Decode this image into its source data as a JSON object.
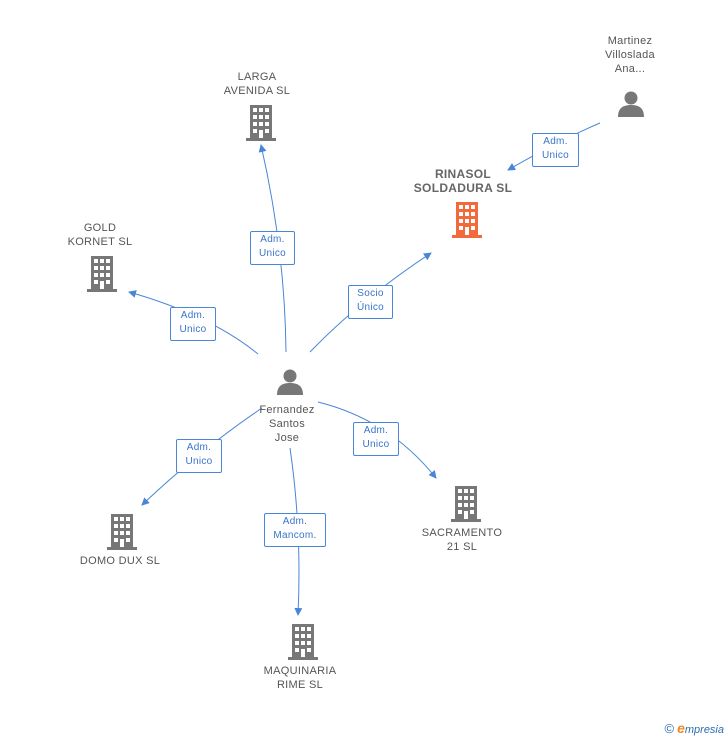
{
  "colors": {
    "edge": "#4a86d8",
    "node": "#777777",
    "focus_node": "#f26a3b"
  },
  "nodes": {
    "fernandez": {
      "label": "Fernandez\nSantos\nJose",
      "kind": "person"
    },
    "martinez": {
      "label": "Martinez\nVilloslada\nAna...",
      "kind": "person"
    },
    "rinasol": {
      "label": "RINASOL\nSOLDADURA SL",
      "kind": "company-focus"
    },
    "larga": {
      "label": "LARGA\nAVENIDA SL",
      "kind": "company"
    },
    "gold": {
      "label": "GOLD\nKORNET SL",
      "kind": "company"
    },
    "domo": {
      "label": "DOMO DUX  SL",
      "kind": "company"
    },
    "maquinaria": {
      "label": "MAQUINARIA\nRIME  SL",
      "kind": "company"
    },
    "sacramento": {
      "label": "SACRAMENTO\n21 SL",
      "kind": "company"
    }
  },
  "edges": {
    "martinez_rinasol": "Adm.\nUnico",
    "fernandez_larga": "Adm.\nUnico",
    "fernandez_rinasol": "Socio\nÚnico",
    "fernandez_gold": "Adm.\nUnico",
    "fernandez_domo": "Adm.\nUnico",
    "fernandez_sacramento": "Adm.\nUnico",
    "fernandez_maquinaria": "Adm.\nMancom."
  },
  "footer": {
    "copyright": "©",
    "brand_initial": "e",
    "brand_rest": "mpresia"
  }
}
